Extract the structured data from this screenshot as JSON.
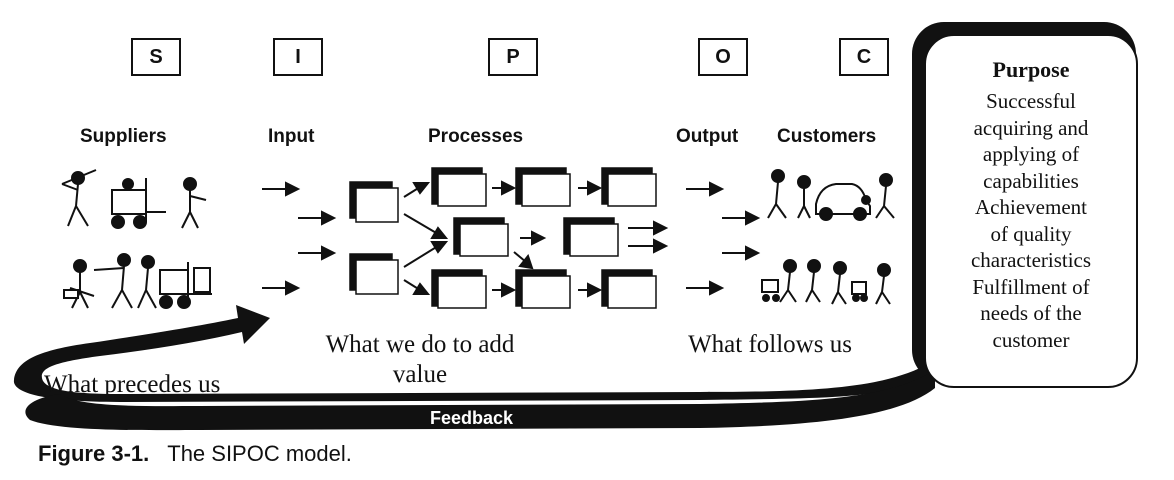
{
  "sipoc_letters": [
    "S",
    "I",
    "P",
    "O",
    "C"
  ],
  "headings": {
    "suppliers": "Suppliers",
    "input": "Input",
    "processes": "Processes",
    "output": "Output",
    "customers": "Customers"
  },
  "labels": {
    "precedes": "What precedes us",
    "add_value": "What we do to add value",
    "follows": "What follows us",
    "feedback": "Feedback"
  },
  "purpose": {
    "title": "Purpose",
    "lines": [
      "Successful",
      "acquiring and",
      "applying of",
      "capabilities",
      "Achievement",
      "of quality",
      "characteristics",
      "Fulfillment of",
      "needs of the",
      "customer"
    ]
  },
  "caption": {
    "number": "Figure 3-1.",
    "text": "The SIPOC model."
  },
  "illustrations": {
    "suppliers_top": "workers-with-forklift-icon",
    "suppliers_bottom": "workers-with-forklift-icon",
    "customers_top": "shoppers-with-car-icon",
    "customers_bottom": "shoppers-with-carts-icon"
  }
}
